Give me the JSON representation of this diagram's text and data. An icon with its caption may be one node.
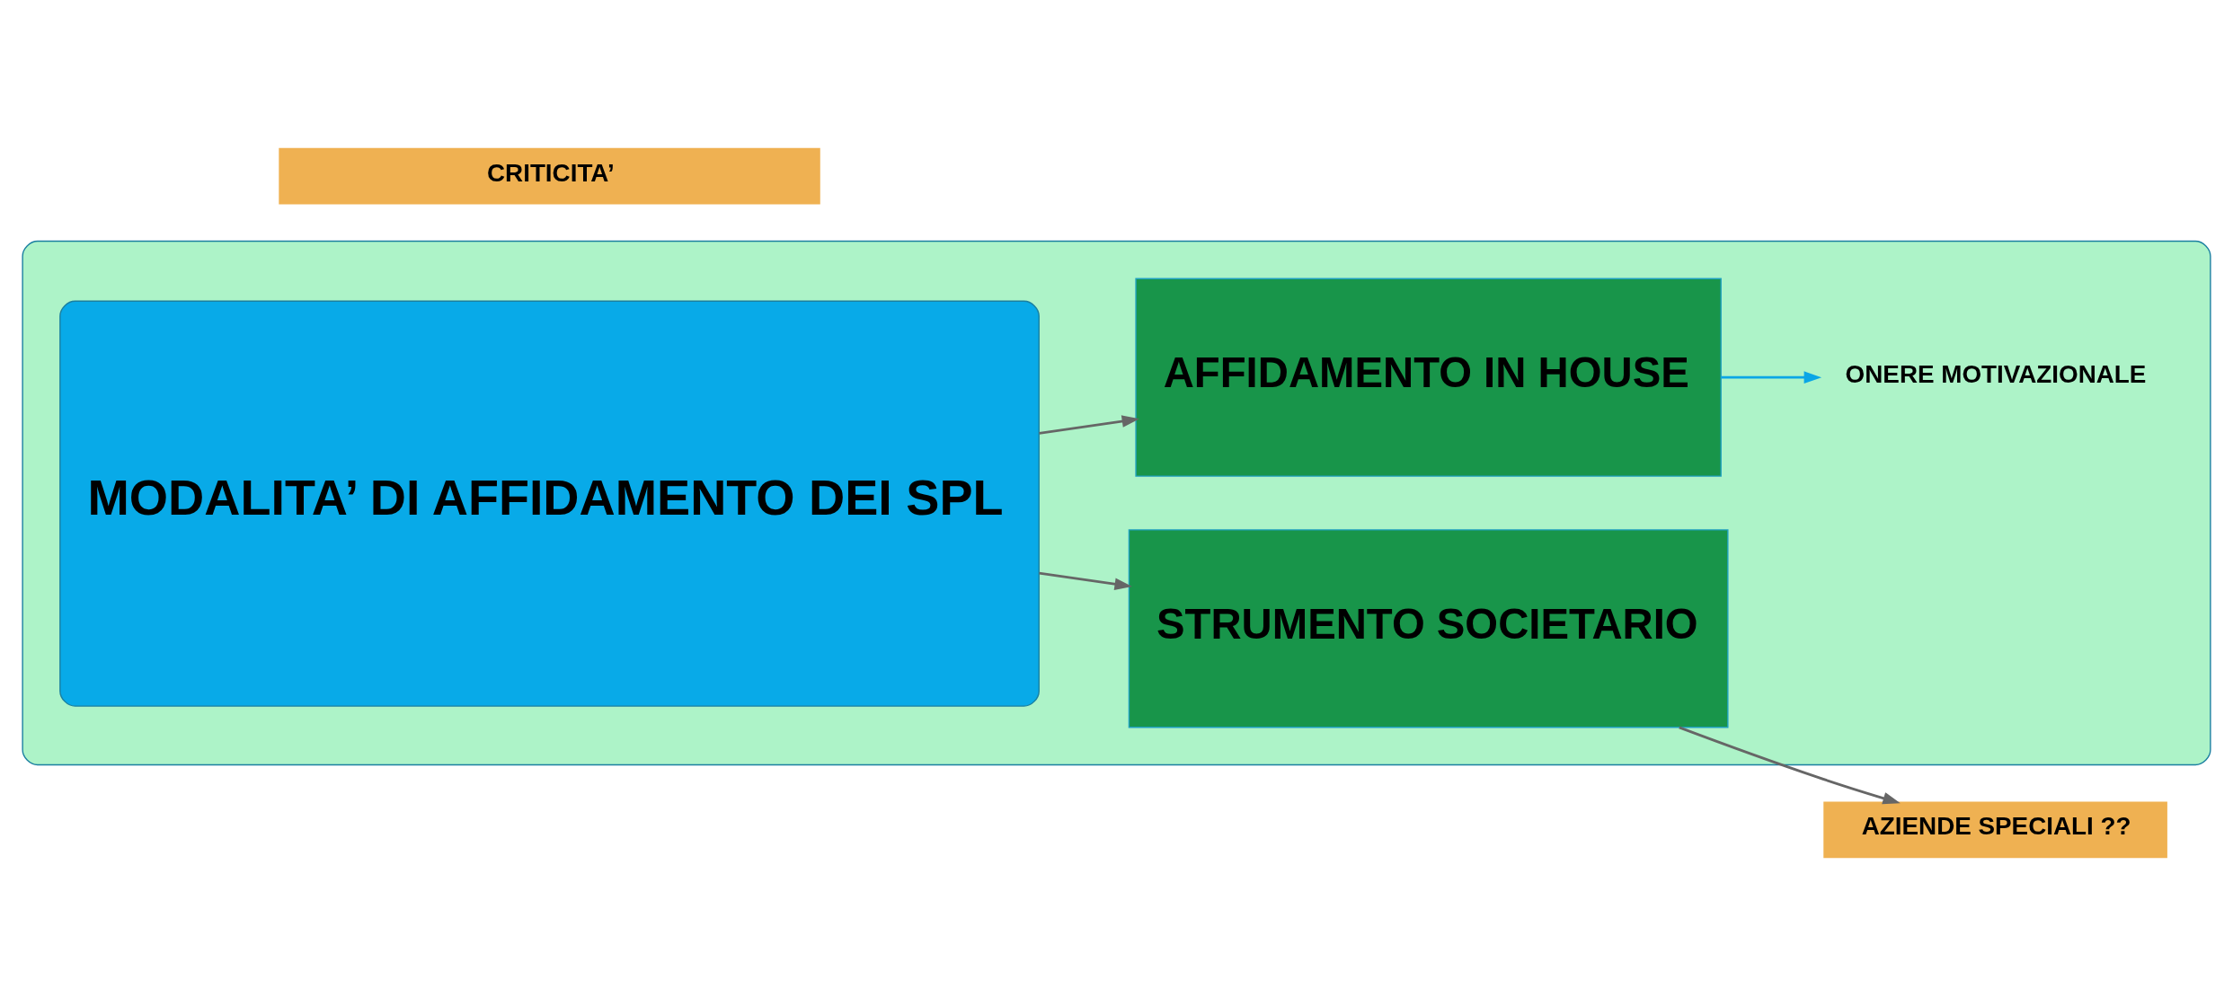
{
  "diagram": {
    "nodes": [
      {
        "text": [],
        "shape": "box"
      },
      {
        "text": [
          "MODALITA’ DI AFFIDAMENTO DEI SPL"
        ],
        "in": 0
      },
      {
        "text": [
          "CRITICITA’"
        ]
      },
      {
        "text": [
          "AFFIDAMENTO IN HOUSE"
        ],
        "in": 0
      },
      {
        "text": [
          "STRUMENTO SOCIETARIO"
        ],
        "in": 0
      },
      {
        "text": [
          "ONERE MOTIVAZIONALE"
        ],
        "in": 0
      },
      {
        "text": [
          "AZIENDE SPECIALI ??"
        ]
      }
    ],
    "edges": [
      {
        "from": 1,
        "to": 3,
        "arrow": "to"
      },
      {
        "from": 1,
        "to": 4,
        "arrow": "to"
      },
      {
        "from": 3,
        "to": 5,
        "arrow": "to",
        "color": "#0aa6e6"
      },
      {
        "from": 4,
        "to": 6,
        "arrow": "to"
      }
    ]
  }
}
